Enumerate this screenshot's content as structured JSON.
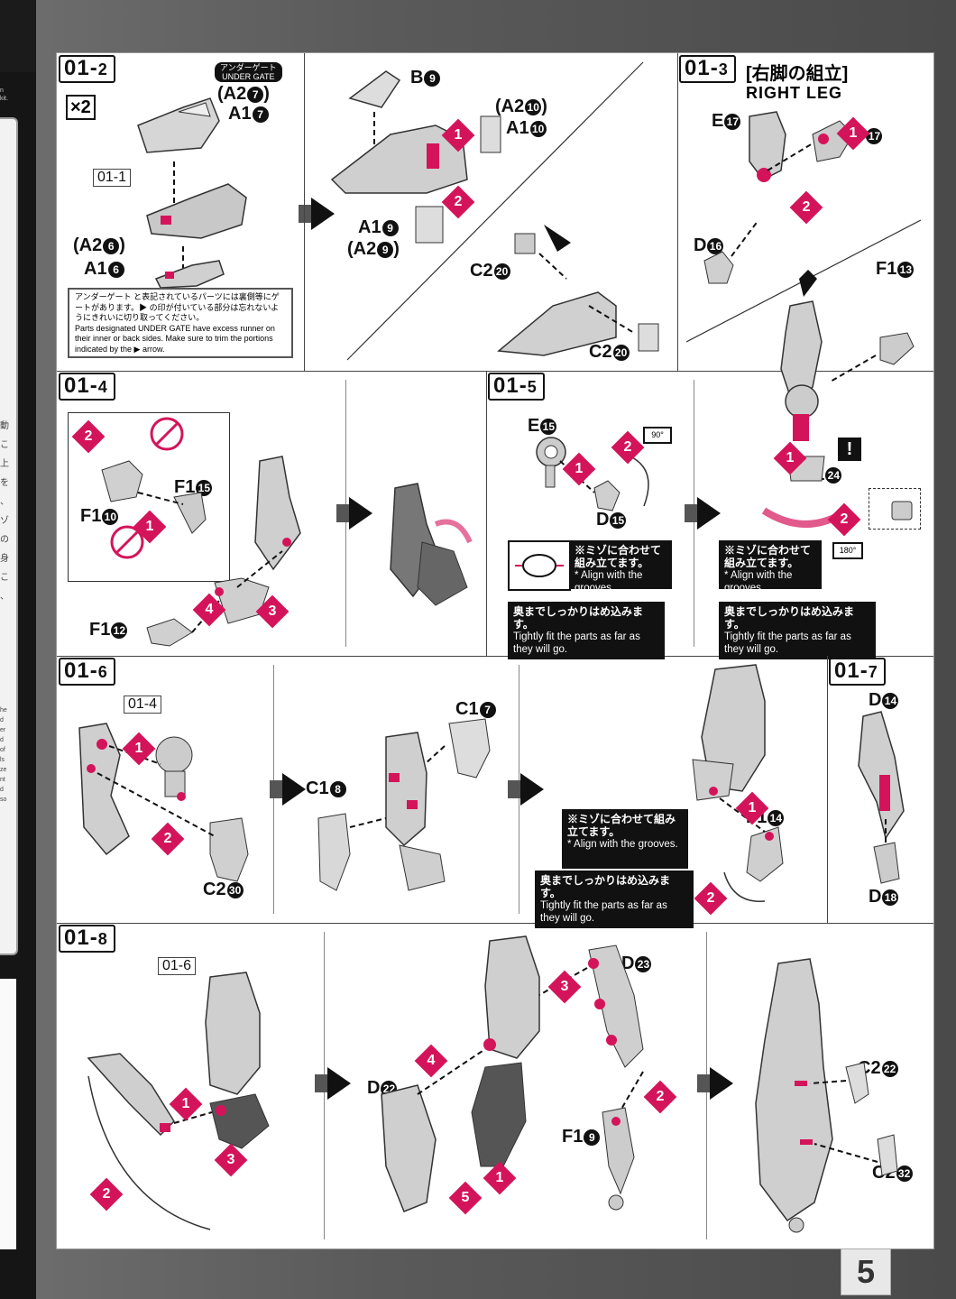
{
  "page": {
    "number": "5"
  },
  "side_text": {
    "lines_top": [
      "n",
      "kit."
    ],
    "lines_mid": [
      "動",
      "こ",
      "上",
      "を",
      "、",
      "ゾ",
      "の",
      "身",
      "こ",
      "、"
    ],
    "lines_en": [
      "he",
      "d",
      "er",
      "d",
      "of",
      "ls",
      "ze",
      "nt",
      "d",
      "so"
    ]
  },
  "steps": {
    "s01_2": {
      "id": "01",
      "sub": "2",
      "multiplier": "×2",
      "gate_badge": "アンダーゲート\nUNDER GATE",
      "parts_a": [
        "(A2",
        "7",
        ")"
      ],
      "parts_b": [
        "A1",
        "7"
      ],
      "ref": "01-1",
      "parts_c": [
        "(A2",
        "6",
        ")"
      ],
      "parts_d": [
        "A1",
        "6"
      ],
      "gate_jp": "アンダーゲート と表記されているパーツには裏側等にゲートがあります。▶ の印が付いている部分は忘れないようにきれいに切り取ってください。",
      "gate_en": "Parts designated UNDER GATE have excess runner on their inner or back sides. Make sure to trim the portions indicated by the ▶ arrow.",
      "b9": [
        "B",
        "9"
      ],
      "a2_10": [
        "(A2",
        "10",
        ")"
      ],
      "a1_10": [
        "A1",
        "10"
      ],
      "a1_9": [
        "A1",
        "9"
      ],
      "a2_9": [
        "(A2",
        "9",
        ")"
      ],
      "c2_20a": [
        "C2",
        "20"
      ],
      "c2_20b": [
        "C2",
        "20"
      ]
    },
    "s01_3": {
      "id": "01",
      "sub": "3",
      "title_jp": "[右脚の組立]",
      "title_en": "RIGHT LEG",
      "e17": [
        "E",
        "17"
      ],
      "d17": [
        "D",
        "17"
      ],
      "d16": [
        "D",
        "16"
      ],
      "f13": [
        "F1",
        "13"
      ]
    },
    "s01_4": {
      "id": "01",
      "sub": "4",
      "f15": [
        "F1",
        "15"
      ],
      "f10": [
        "F1",
        "10"
      ],
      "f12": [
        "F1",
        "12"
      ]
    },
    "s01_5": {
      "id": "01",
      "sub": "5",
      "e15": [
        "E",
        "15"
      ],
      "d15": [
        "D",
        "15"
      ],
      "f24": [
        "F1",
        "24"
      ],
      "deg90": "90°",
      "deg180": "180°",
      "align_jp": "※ミゾに合わせて組み立てます。",
      "align_en": "* Align with the grooves.",
      "fit_jp": "奥までしっかりはめ込みます。",
      "fit_en": "Tightly fit the parts as far as they will go."
    },
    "s01_6": {
      "id": "01",
      "sub": "6",
      "ref": "01-4",
      "c2_30": [
        "C2",
        "30"
      ],
      "c1_8": [
        "C1",
        "8"
      ],
      "c1_7": [
        "C1",
        "7"
      ],
      "f14": [
        "F1",
        "14"
      ],
      "align_jp": "※ミゾに合わせて組み立てます。",
      "align_en": "* Align with the grooves.",
      "fit_jp": "奥までしっかりはめ込みます。",
      "fit_en": "Tightly fit the parts as far as they will go."
    },
    "s01_7": {
      "id": "01",
      "sub": "7",
      "d14": [
        "D",
        "14"
      ],
      "d18": [
        "D",
        "18"
      ]
    },
    "s01_8": {
      "id": "01",
      "sub": "8",
      "ref": "01-6",
      "d23": [
        "D",
        "23"
      ],
      "d22": [
        "D",
        "22"
      ],
      "f9": [
        "F1",
        "9"
      ],
      "c2_22": [
        "C2",
        "22"
      ],
      "c2_32": [
        "C2",
        "32"
      ]
    }
  },
  "colors": {
    "accent": "#d4145a",
    "part_fill": "#bdbdbd",
    "part_dark": "#555555",
    "ink": "#111111"
  }
}
